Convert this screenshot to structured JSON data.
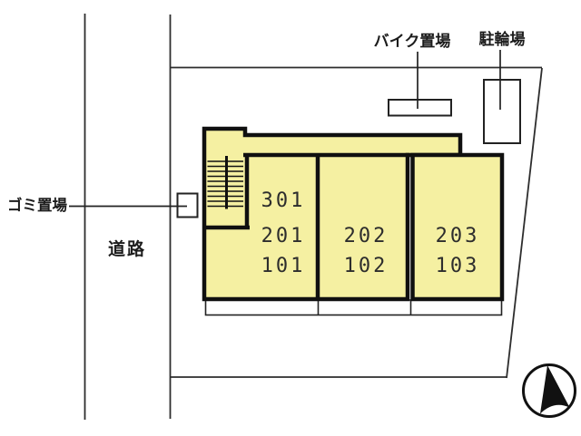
{
  "title": "apartment-site-plan",
  "labels": {
    "bike_parking": "バイク置場",
    "bicycle_parking": "駐輪場",
    "garbage_area": "ゴミ置場",
    "road": "道路"
  },
  "units": {
    "left_column": [
      "301",
      "201",
      "101"
    ],
    "middle_column": [
      "202",
      "102"
    ],
    "right_column": [
      "203",
      "103"
    ]
  },
  "icons": {
    "north_arrow": "north-arrow-icon",
    "stairs": "stairs-icon"
  },
  "colors": {
    "building_fill": "#F5F0A2",
    "building_outline": "#101010",
    "boundary_line": "#2d2d2d",
    "label_text": "#1c1c1c",
    "room_number_text": "#2d2d2d"
  }
}
